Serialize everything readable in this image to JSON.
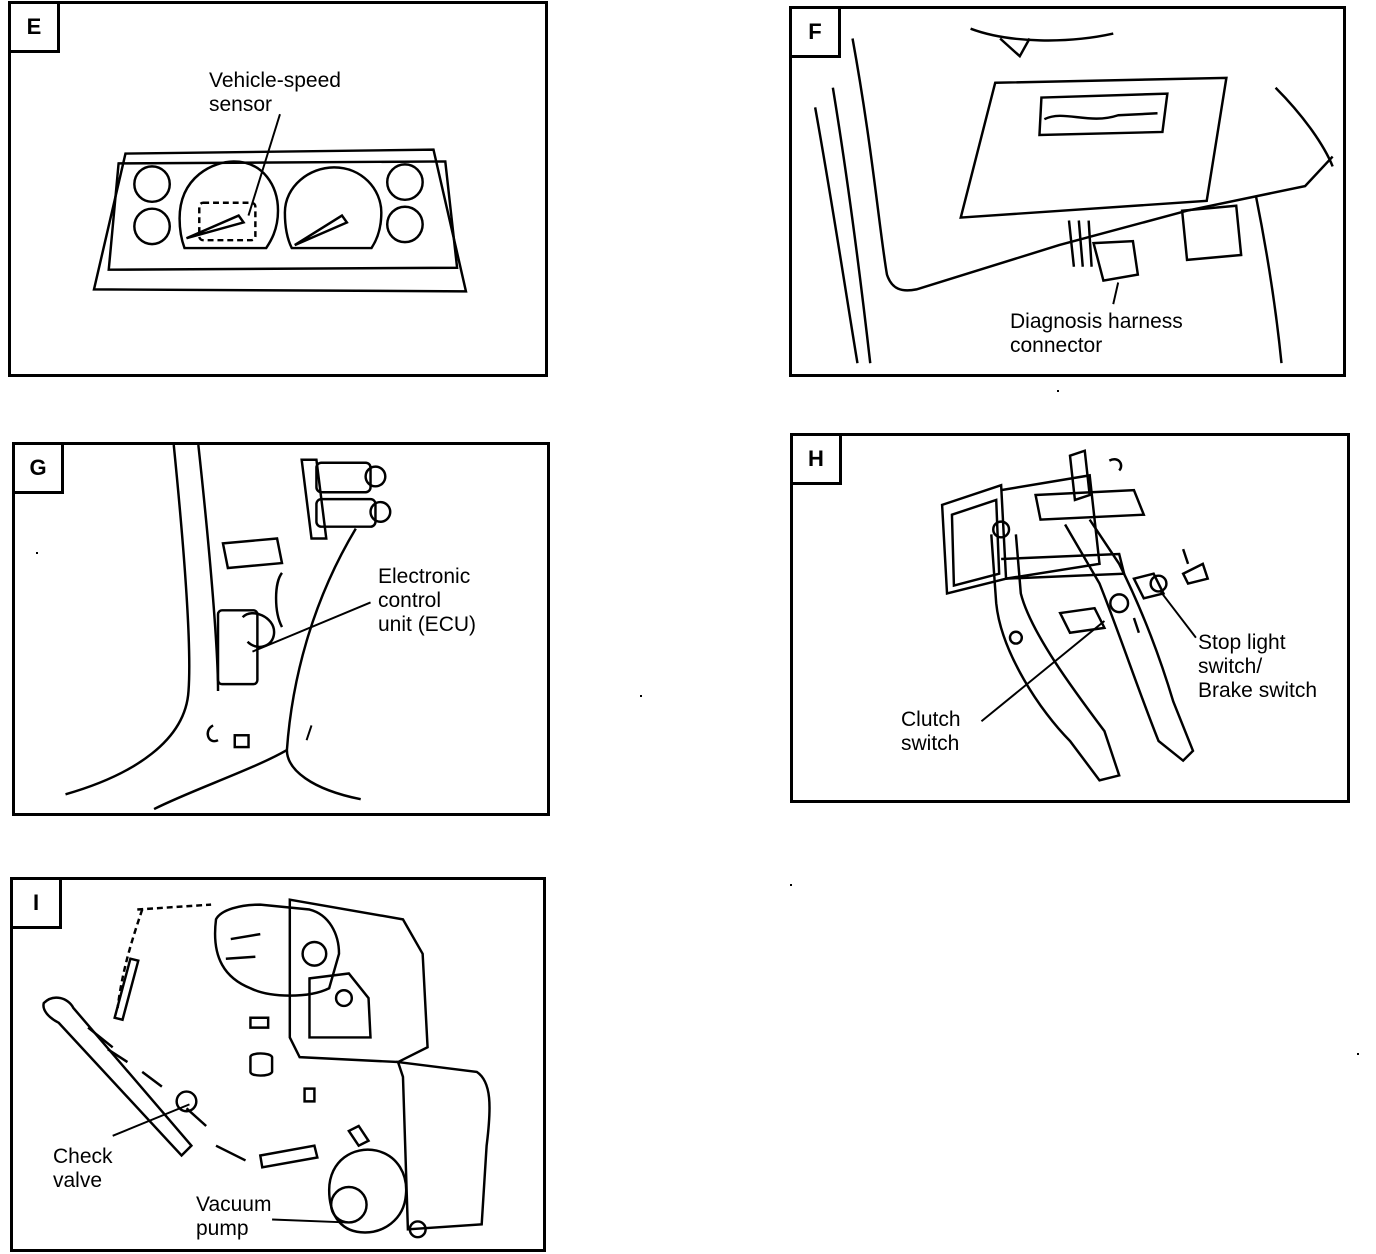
{
  "panels": {
    "E": {
      "tag": "E",
      "label": [
        "Vehicle-speed",
        "sensor"
      ]
    },
    "F": {
      "tag": "F",
      "label": [
        "Diagnosis harness",
        "connector"
      ]
    },
    "G": {
      "tag": "G",
      "label": [
        "Electronic",
        "control",
        "unit (ECU)"
      ]
    },
    "H": {
      "tag": "H",
      "label_stop": [
        "Stop light",
        "switch/",
        "Brake switch"
      ],
      "label_clutch": [
        "Clutch",
        "switch"
      ]
    },
    "I": {
      "tag": "I",
      "label_check": [
        "Check",
        "valve"
      ],
      "label_pump": [
        "Vacuum",
        "pump"
      ]
    }
  }
}
